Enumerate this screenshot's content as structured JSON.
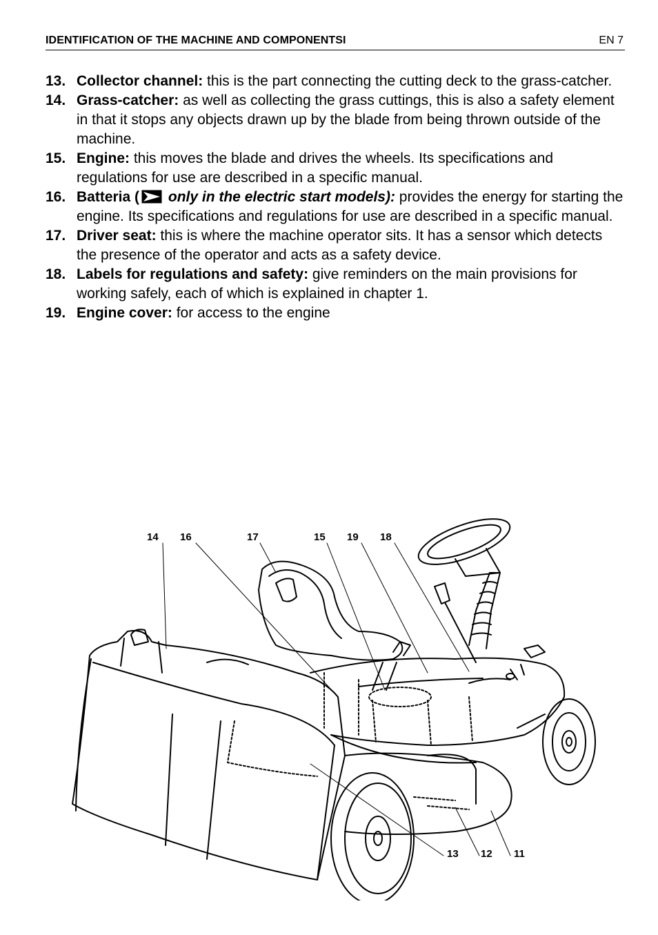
{
  "header": {
    "title": "IDENTIFICATION OF THE MACHINE AND COMPONENTSI",
    "page": "EN  7"
  },
  "items": [
    {
      "number": "13.",
      "term": "Collector channel:",
      "text": " this is the part connecting the cutting deck to the grass-catcher."
    },
    {
      "number": "14.",
      "term": "Grass-catcher:",
      "text": " as well as collecting the grass cuttings, this is also a safety element in that it stops any objects drawn up by the blade from being thrown outside of the machine."
    },
    {
      "number": "15.",
      "term": "Engine:",
      "text": " this moves the blade and drives the wheels. Its specifications and regulations for use are described in a specific manual."
    },
    {
      "number": "16.",
      "term": "Batteria (",
      "qualifier": " only in the electric start models):",
      "text": "  provides the energy for starting the engine. Its specifications and regulations for use are described in a specific manual."
    },
    {
      "number": "17.",
      "term": "Driver seat:",
      "text": " this is where the machine operator sits. It has a sensor which detects the presence of the operator and acts as a safety device."
    },
    {
      "number": "18.",
      "term": "Labels for regulations and safety:",
      "text": " give reminders on the main provisions for working safely, each of which is explained in chapter 1."
    },
    {
      "number": "19.",
      "term": "Engine cover:",
      "text": " for access to the engine"
    }
  ],
  "illustration": {
    "callouts_top": [
      "14",
      "16",
      "17",
      "15",
      "19",
      "18"
    ],
    "callouts_bottom": [
      "13",
      "12",
      "11"
    ]
  }
}
